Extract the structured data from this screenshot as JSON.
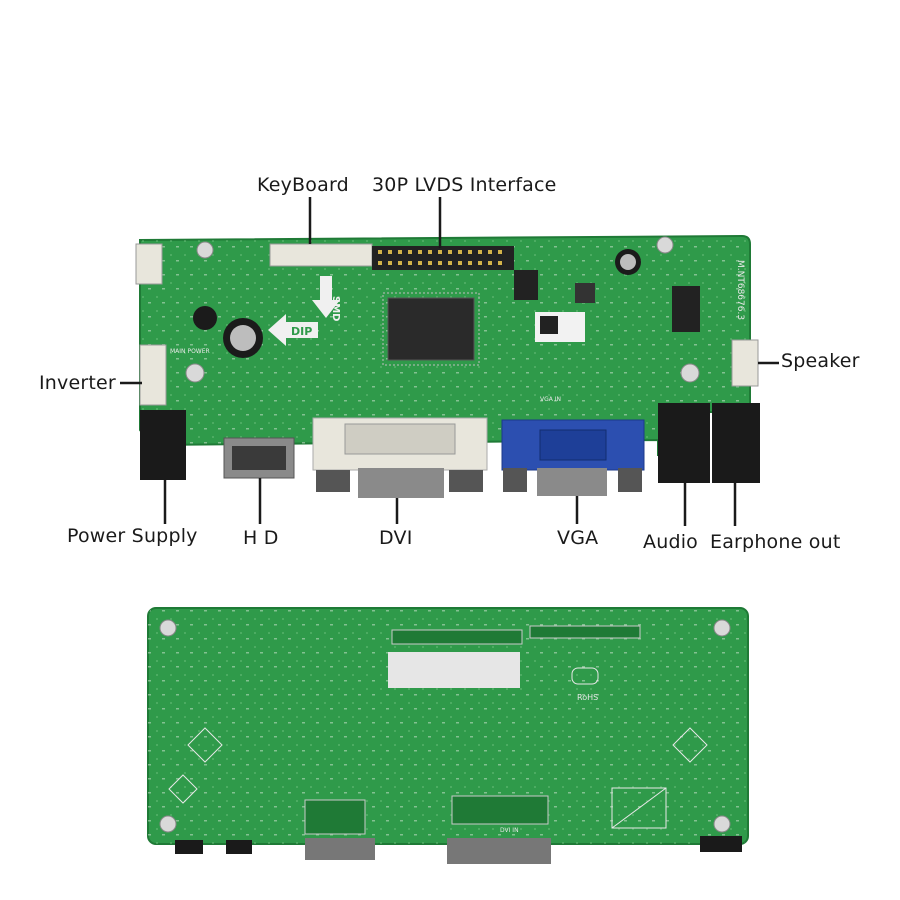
{
  "labels": {
    "keyboard": "KeyBoard",
    "lvds": "30P LVDS Interface",
    "speaker": "Speaker",
    "inverter": "Inverter",
    "power_supply": "Power Supply",
    "hd": "H D",
    "dvi": "DVI",
    "vga": "VGA",
    "audio": "Audio",
    "earphone_out": "Earphone out"
  },
  "silkscreen": {
    "dip": "DIP",
    "smd": "SMD",
    "vga_in": "VGA IN",
    "main_power": "MAIN POWER",
    "model": "M.NT68676.3",
    "back_rohs": "RoHS",
    "back_dvi_in": "DVI IN"
  },
  "colors": {
    "pcb_green": "#2f9a4a",
    "pcb_dark": "#1f7a36",
    "vga_blue": "#2c4fb0",
    "connector_white": "#e8e6dc",
    "jack_black": "#1a1a1a"
  }
}
